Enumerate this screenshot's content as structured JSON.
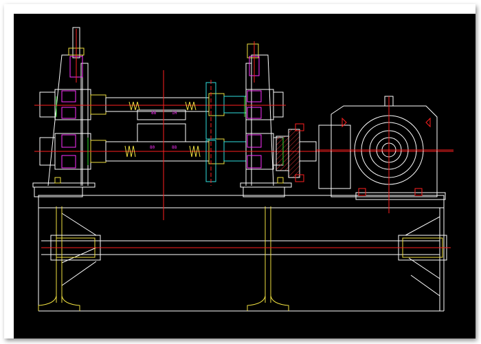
{
  "drawing": {
    "background": "#000000",
    "frame_color": "#ffffff",
    "line_white": "#ffffff",
    "line_red": "#ff2020",
    "line_yellow": "#f0e040",
    "line_cyan": "#30e0e0",
    "line_green": "#30e030",
    "line_magenta": "#ff30ff",
    "hatch_red": "#e03030",
    "labels": [
      "88",
      "1H",
      "80",
      "88"
    ]
  }
}
